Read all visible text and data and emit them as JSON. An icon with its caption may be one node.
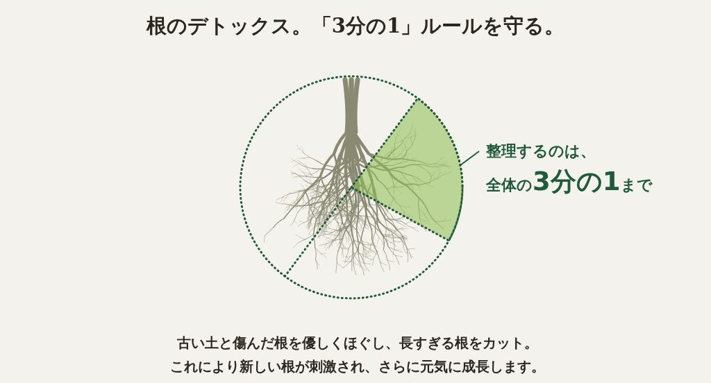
{
  "diagram": {
    "title": "根のデトックス。「3分の1」ルールを守る。",
    "nodes": [
      {
        "text": [
          "整理するのは、全体の**3分の1**まで"
        ]
      },
      {
        "text": [],
        "shape": "picture"
      }
    ],
    "edges": [
      {
        "from": 0,
        "to": 1,
        "arrow": "none"
      }
    ],
    "caption": "古い土と傷んだ根を優しくほぐし、長すぎる根をカット。これにより新しい根が刺激され、さらに元気に成長します。"
  }
}
